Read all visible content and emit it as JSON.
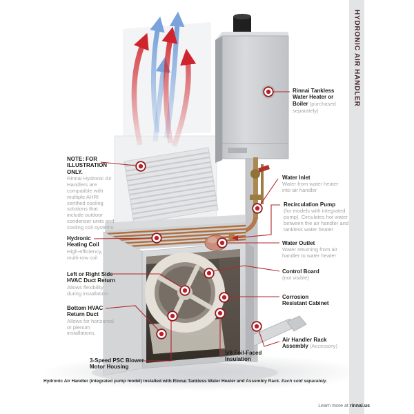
{
  "sidebar": {
    "title": "HYDRONIC AIR HANDLER"
  },
  "note": {
    "title": "NOTE: FOR\nILLUSTRATION\nONLY.",
    "body": "Rinnai Hydronic Air\nHandlers are\ncompatible with\nmultiple AHRI\ncertified cooling\nsolutions that\ninclude outdoor\ncondenser units and\ncooling coil systems."
  },
  "callouts": {
    "rinnai_heater": {
      "label": "Rinnai Tankless\nWater Heater or\nBoiler",
      "desc": " (purchased\nseparately)"
    },
    "water_inlet": {
      "label": "Water Inlet",
      "desc": "Water from water heater\ninto air handler"
    },
    "recirc_pump": {
      "label": "Recirculation Pump",
      "desc": "(for models with integrated\npump). Circulates hot water\nbetween the air handler and\ntankless water heater"
    },
    "water_outlet": {
      "label": "Water Outlet",
      "desc": "Water returning from air\nhandler to water heater"
    },
    "control_board": {
      "label": "Control Board",
      "desc": "(not visible)"
    },
    "cabinet": {
      "label": "Corrosion\nResistant Cabinet",
      "desc": ""
    },
    "rack": {
      "label": "Air Handler Rack\nAssembly",
      "desc": " (Accessory)"
    },
    "insulation": {
      "label": "5/8 Foil-Faced\nInsulation",
      "desc": ""
    },
    "heating_coil": {
      "label": "Hydronic\nHeating Coil",
      "desc": "High-efficiency,\nmulti-row coil"
    },
    "duct_return_side": {
      "label": "Left or Right Side\nHVAC Duct Return",
      "desc": "Allows flexibility\nduring installation"
    },
    "duct_return_bottom": {
      "label": "Bottom HVAC\nReturn Duct",
      "desc": "Allows for horizontal\nor plenum\ninstallations."
    },
    "blower": {
      "label": "3-Speed PSC Blower\nMotor Housing",
      "desc": ""
    }
  },
  "caption": {
    "main": "Hydronic Air Handler (integrated pump model) installed with Rinnai Tankless Water Heater and Assembly Rack.",
    "note": " Each sold separately."
  },
  "footer": {
    "prefix": "Learn more at ",
    "site": "rinnai.us"
  },
  "colors": {
    "accent_red": "#b2252a",
    "marker_center": "#c01e26",
    "marker_ring": "#8e1b1f",
    "arrow_red": "#d0242c",
    "arrow_blue": "#7aa3dc",
    "sidebar_bg": "#e3e4e6"
  }
}
